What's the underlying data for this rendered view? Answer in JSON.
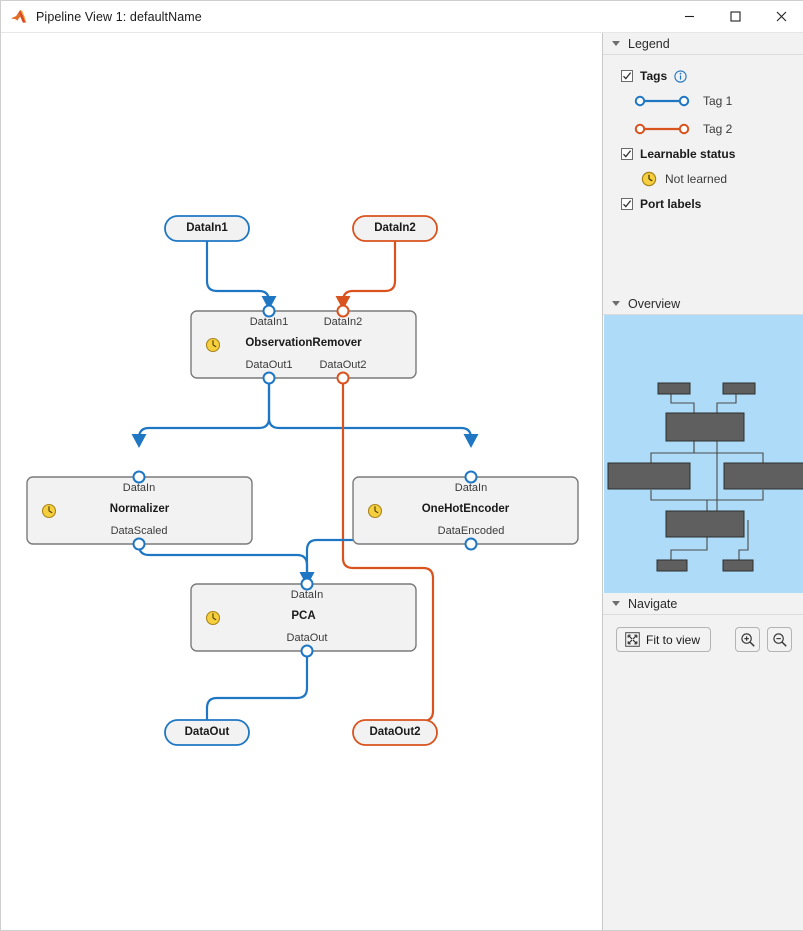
{
  "window": {
    "title": "Pipeline View 1: defaultName",
    "app_icon": "matlab-icon",
    "minimize": "—",
    "maximize": "□",
    "close": "✕"
  },
  "colors": {
    "tag1_blue": "#1f77c4",
    "tag2_orange": "#d9531e",
    "node_fill": "#f2f2f2",
    "node_border": "#7a7a7a",
    "canvas_bg": "#ffffff",
    "panel_bg": "#f2f2f2",
    "overview_view": "#aedcf8",
    "overview_block": "#5f5f5f",
    "learnable_icon": "#f2c01e"
  },
  "legend": {
    "section_title": "Legend",
    "tags_label": "Tags",
    "tags_checked": true,
    "info_icon": "info-circle-icon",
    "tag_items": [
      {
        "label": "Tag 1",
        "color": "#1f77c4"
      },
      {
        "label": "Tag 2",
        "color": "#d9531e"
      }
    ],
    "learnable_label": "Learnable status",
    "learnable_checked": true,
    "learnable_items": [
      {
        "label": "Not learned",
        "icon": "clock-icon"
      }
    ],
    "port_labels_label": "Port labels",
    "port_labels_checked": true
  },
  "overview": {
    "section_title": "Overview"
  },
  "navigate": {
    "section_title": "Navigate",
    "fit_to_view_label": "Fit to view",
    "fit_icon": "fit-to-view-icon",
    "zoom_in_icon": "zoom-in-icon",
    "zoom_out_icon": "zoom-out-icon"
  },
  "graph": {
    "inputs": [
      {
        "id": "DataIn1",
        "label": "DataIn1",
        "color": "#1f77c4"
      },
      {
        "id": "DataIn2",
        "label": "DataIn2",
        "color": "#d9531e"
      }
    ],
    "outputs": [
      {
        "id": "DataOut",
        "label": "DataOut",
        "color": "#1f77c4"
      },
      {
        "id": "DataOut2",
        "label": "DataOut2",
        "color": "#d9531e"
      }
    ],
    "blocks": [
      {
        "id": "ObservationRemover",
        "title": "ObservationRemover",
        "status_icon": "clock-icon",
        "inputs": [
          "DataIn1",
          "DataIn2"
        ],
        "outputs": [
          "DataOut1",
          "DataOut2"
        ]
      },
      {
        "id": "Normalizer",
        "title": "Normalizer",
        "status_icon": "clock-icon",
        "inputs": [
          "DataIn"
        ],
        "outputs": [
          "DataScaled"
        ]
      },
      {
        "id": "OneHotEncoder",
        "title": "OneHotEncoder",
        "status_icon": "clock-icon",
        "inputs": [
          "DataIn"
        ],
        "outputs": [
          "DataEncoded"
        ]
      },
      {
        "id": "PCA",
        "title": "PCA",
        "status_icon": "clock-icon",
        "inputs": [
          "DataIn"
        ],
        "outputs": [
          "DataOut"
        ]
      }
    ]
  }
}
